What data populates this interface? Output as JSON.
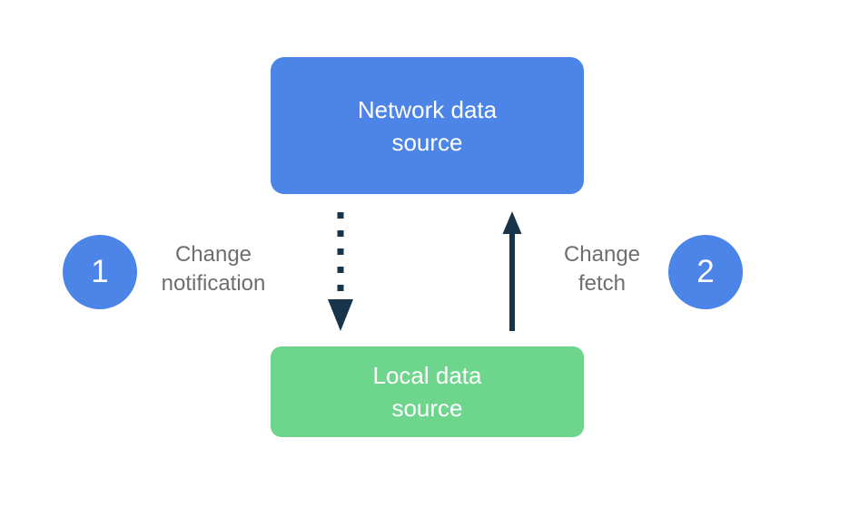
{
  "diagram": {
    "nodes": {
      "network": {
        "label": "Network data source",
        "color": "#4C84E8"
      },
      "local": {
        "label": "Local data source",
        "color": "#6DD58C"
      }
    },
    "steps": [
      {
        "number": "1",
        "label": "Change notification",
        "arrow_style": "dotted",
        "arrow_direction": "down"
      },
      {
        "number": "2",
        "label": "Change fetch",
        "arrow_style": "solid",
        "arrow_direction": "up"
      }
    ],
    "colors": {
      "network_node": "#4C84E8",
      "local_node": "#6DD58C",
      "step_badge": "#4C84E8",
      "arrow": "#18344A",
      "step_label_text": "#6E6E6E",
      "node_text": "#FFFFFF",
      "background": "#FFFFFF"
    }
  }
}
